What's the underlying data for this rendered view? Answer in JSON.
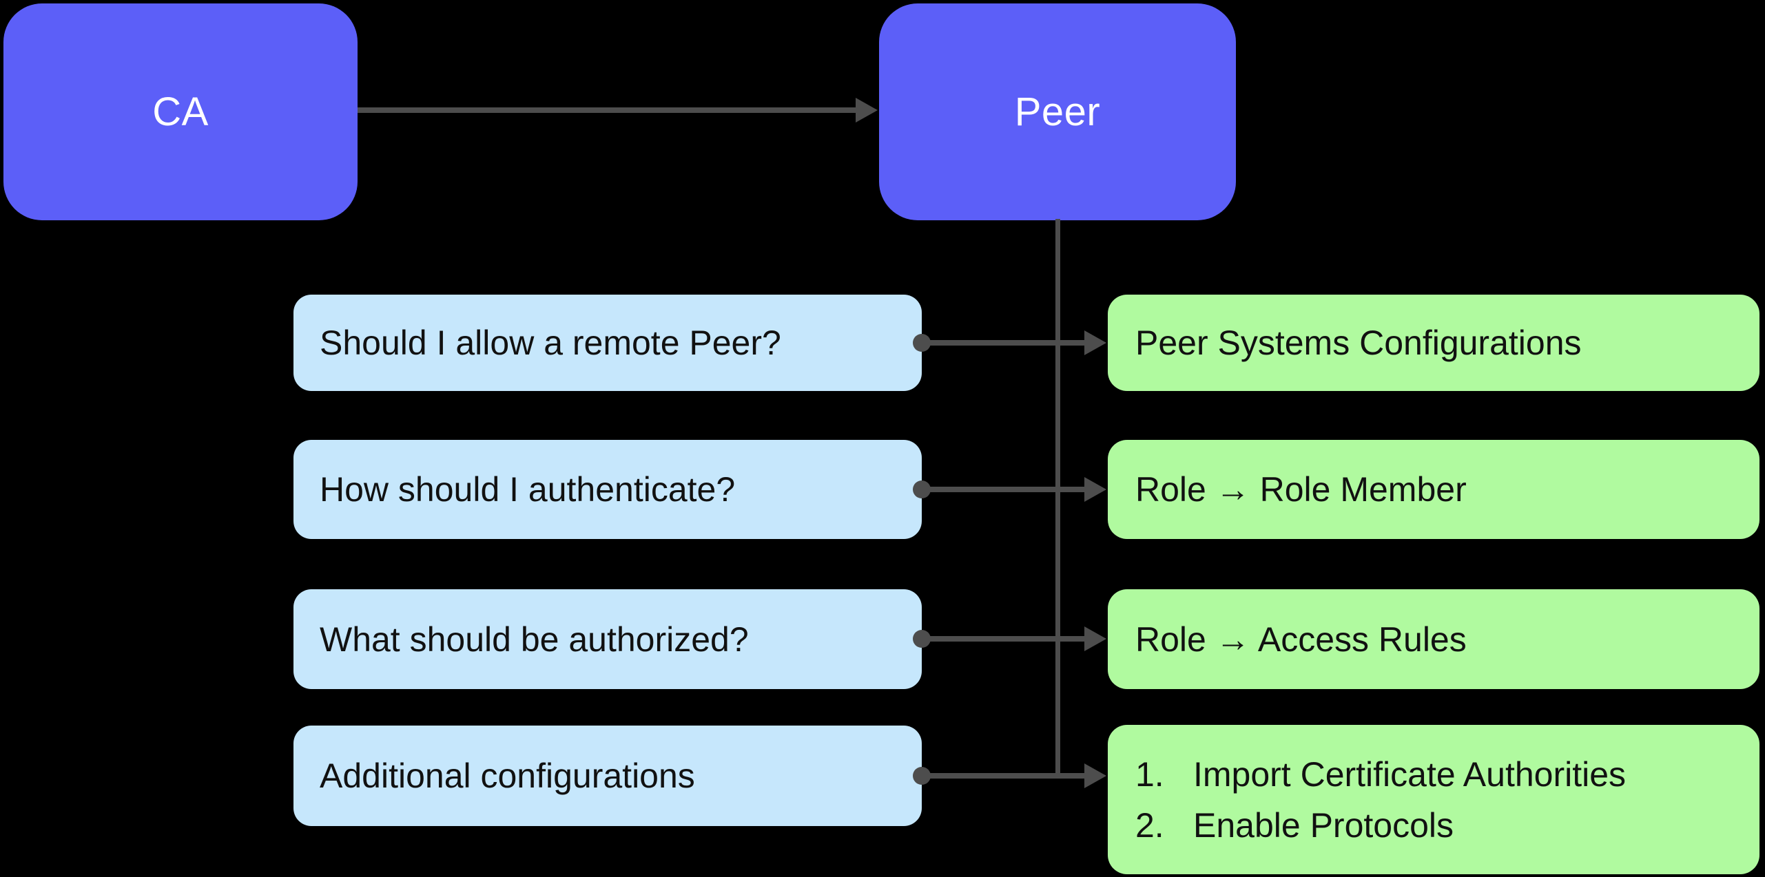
{
  "diagram_type": "flowchart",
  "background": "#000000",
  "colors": {
    "background": "#000000",
    "node": "#5C5FF8",
    "node_text": "#FFFFFF",
    "question": "#C6E7FC",
    "answer": "#B0FA9F",
    "connector": "#4D4D4D",
    "text": "#111111"
  },
  "nodes": {
    "ca": {
      "label": "CA"
    },
    "peer": {
      "label": "Peer"
    }
  },
  "edges": [
    {
      "from": "CA",
      "to": "Peer",
      "style": "arrow"
    },
    {
      "from": "Peer",
      "to": "answers",
      "style": "branch"
    }
  ],
  "rows": [
    {
      "question": "Should I allow a remote Peer?",
      "answer": "Peer Systems Configurations"
    },
    {
      "question": "How should I authenticate?",
      "answer": "Role → Role Member"
    },
    {
      "question": "What should be authorized?",
      "answer": "Role → Access Rules"
    },
    {
      "question": "Additional configurations",
      "answer_items": [
        {
          "num": "1.",
          "text": "Import Certificate Authorities"
        },
        {
          "num": "2.",
          "text": "Enable Protocols"
        }
      ]
    }
  ]
}
